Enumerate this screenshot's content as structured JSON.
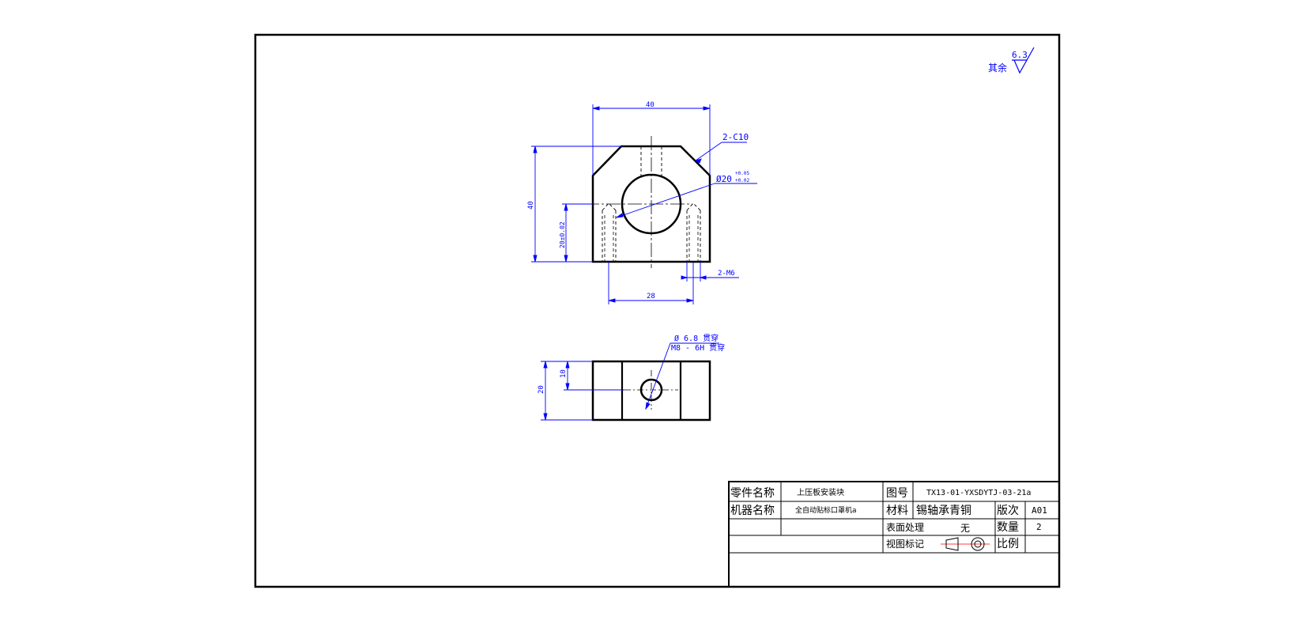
{
  "surface_note": {
    "prefix": "其余",
    "roughness": "6.3"
  },
  "front_view": {
    "width_dim": "40",
    "height_dim": "40",
    "chamfer": "2-C10",
    "bore": "Ø20",
    "bore_tol_upper": "+0.05",
    "bore_tol_lower": "+0.02",
    "center_height": "20±0.02",
    "hole_spacing": "28",
    "threaded_holes": "2-M6"
  },
  "side_view": {
    "hole_note_1": "Ø 6.8 贯穿",
    "hole_note_2": "M8 - 6H 贯穿",
    "height_dim": "20",
    "center_dim": "10"
  },
  "title_block": {
    "part_name_label": "零件名称",
    "part_name": "上压板安装块",
    "drawing_no_label": "图号",
    "drawing_no": "TX13-01-YXSDYTJ-03-21a",
    "machine_name_label": "机器名称",
    "machine_name": "全自动贴标口罩机a",
    "material_label": "材料",
    "material": "锡轴承青铜",
    "revision_label": "版次",
    "revision": "A01",
    "surface_treatment_label": "表面处理",
    "surface_treatment": "无",
    "quantity_label": "数量",
    "quantity": "2",
    "view_mark_label": "视图标记",
    "scale_label": "比例",
    "scale": ""
  },
  "colors": {
    "dimension": "#0000ff",
    "outline": "#000000"
  }
}
